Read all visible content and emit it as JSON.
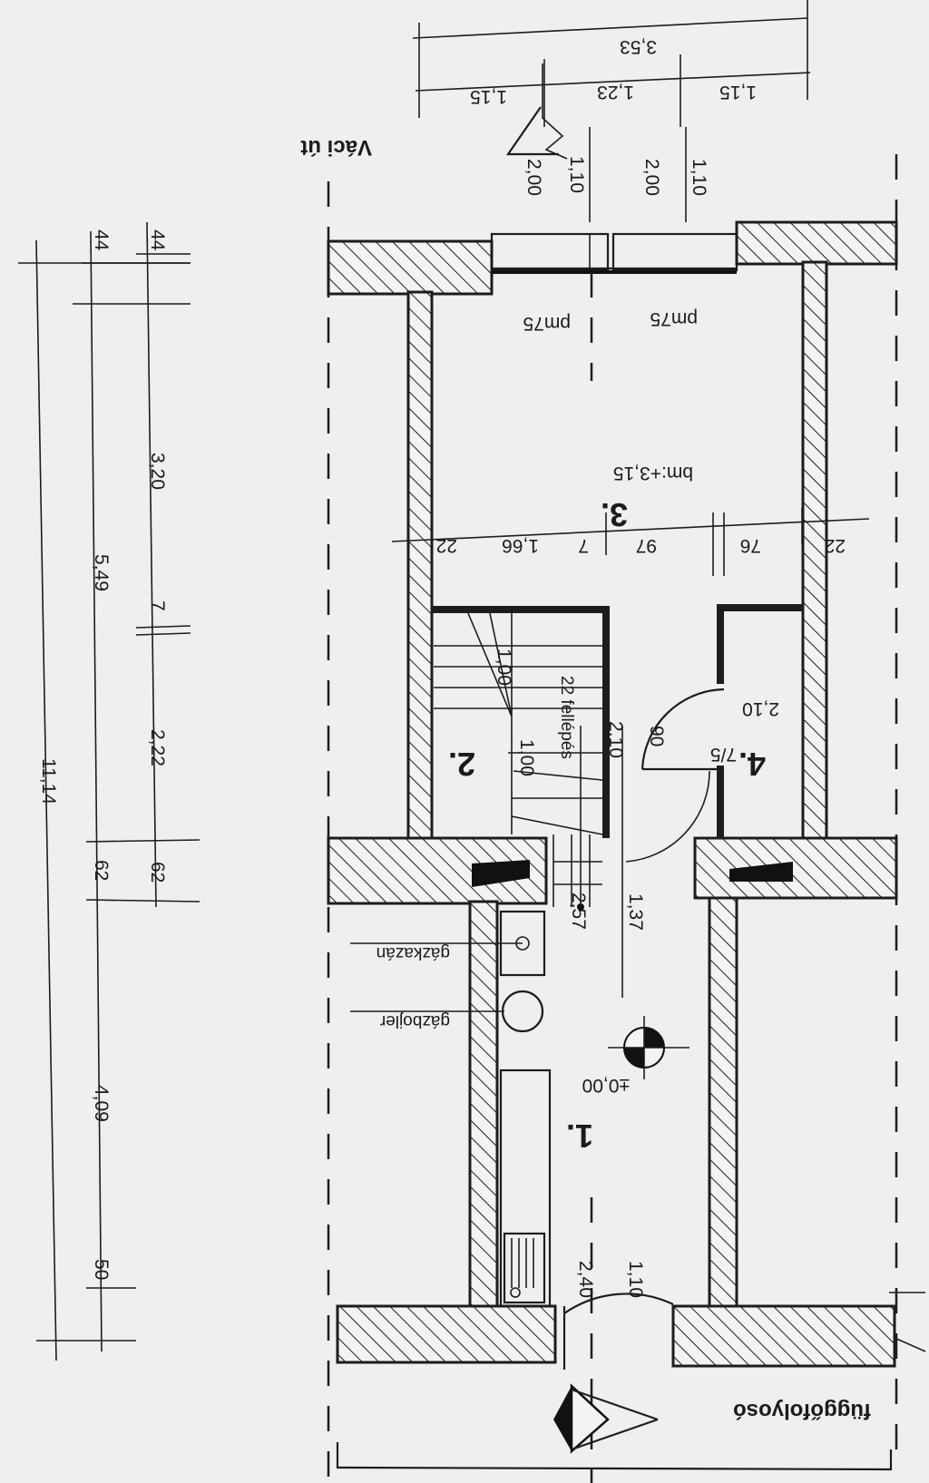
{
  "plan": {
    "street_label": "Váci út",
    "corridor_label": "függőfolyosó",
    "rooms": {
      "r1": "1.",
      "r2": "2.",
      "r3": "3.",
      "r4": "4."
    },
    "levels": {
      "floor": "±0,00",
      "upper": "bm:+3,15"
    },
    "notes": {
      "gazkazan": "gázkazán",
      "gazbojler": "gázbojler",
      "stairs": "22 fellépés",
      "pm75_a": "pm75",
      "pm75_b": "pm75",
      "fraction": "7/5"
    },
    "dims_top": {
      "total": "3,53",
      "a": "1,15",
      "b": "1,23",
      "c": "1,15",
      "w1": "1,10",
      "h1": "2,00",
      "w2": "1,10",
      "h2": "2,00"
    },
    "dims_mid": {
      "d22a": "22",
      "d166": "1,66",
      "d7": "7",
      "d97": "97",
      "d76": "76",
      "d22b": "22",
      "d210a": "2,10",
      "d90": "90",
      "d210b": "2,10",
      "d100a": "1,00",
      "d100b": "1,00",
      "d137": "1,37",
      "d257": "2,57",
      "d110": "1,10",
      "d240": "2,40"
    },
    "dims_left": {
      "c1_44": "44",
      "c1_320": "3,20",
      "c1_7": "7",
      "c1_222": "2,22",
      "c1_62": "62",
      "c2_44": "44",
      "c2_549": "5,49",
      "c2_62": "62",
      "c2_409": "4,09",
      "c2_50": "50",
      "c3_1114": "11,14"
    }
  }
}
